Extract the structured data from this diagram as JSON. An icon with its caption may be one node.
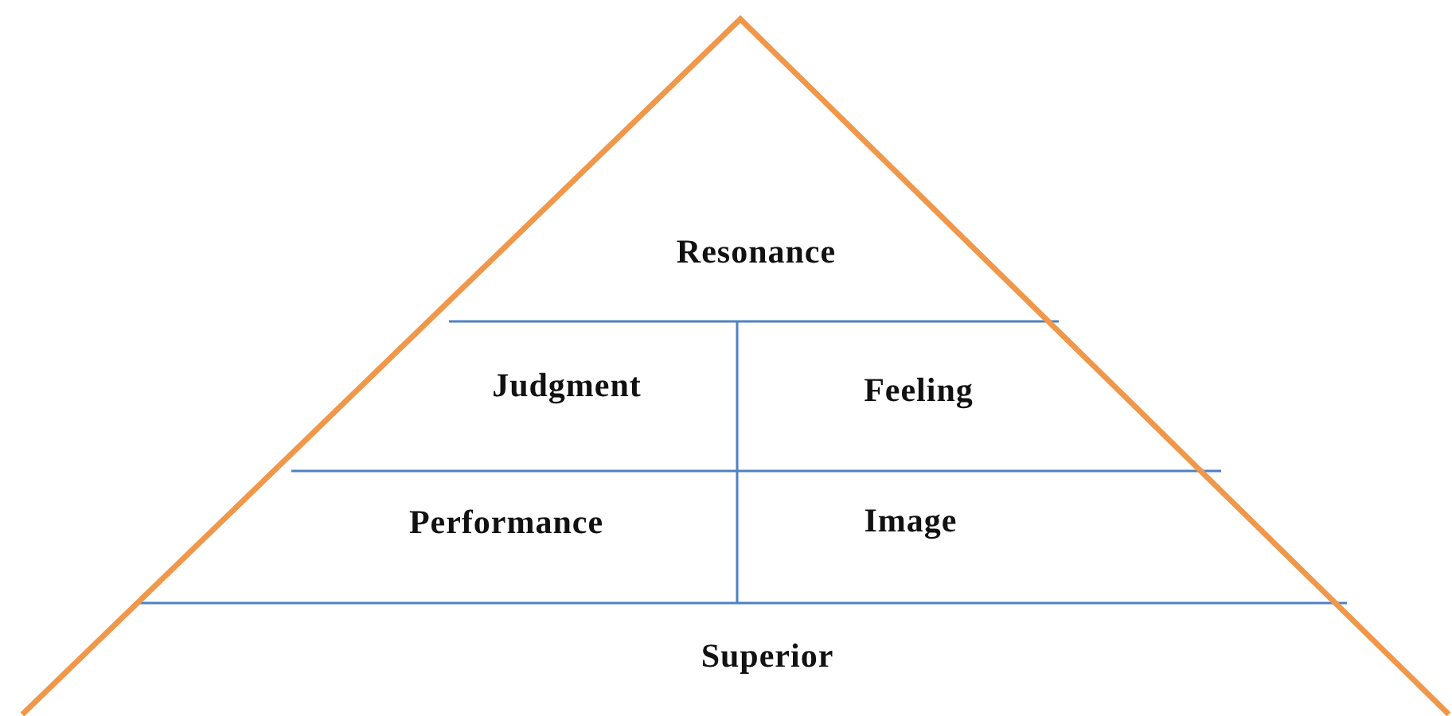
{
  "diagram": {
    "nodes": [
      {
        "text": [
          "Resonance"
        ]
      },
      {
        "text": [
          "Judgment"
        ]
      },
      {
        "text": [
          "Feeling"
        ]
      },
      {
        "text": [
          "Performance"
        ]
      },
      {
        "text": [
          "Image"
        ]
      },
      {
        "text": [
          "Superior"
        ]
      }
    ]
  }
}
